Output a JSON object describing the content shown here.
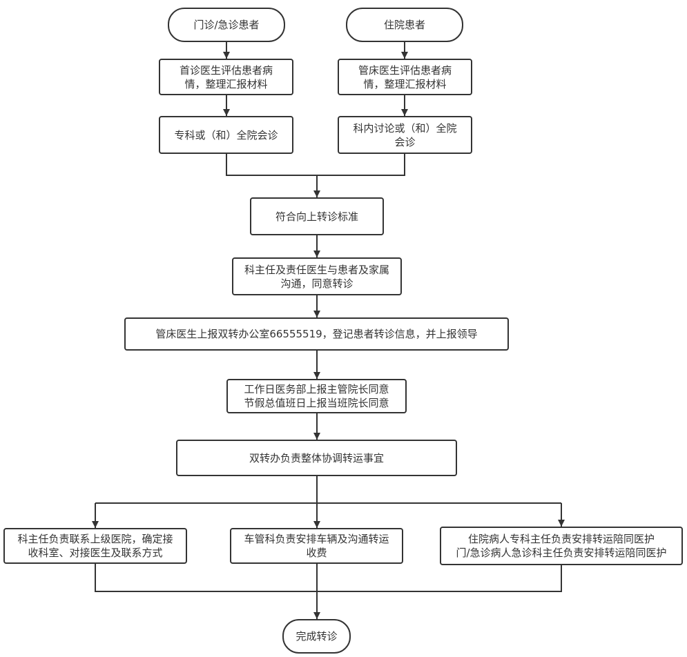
{
  "flowchart": {
    "start_outpatient": {
      "lines": [
        "门诊/急诊患者"
      ]
    },
    "start_inpatient": {
      "lines": [
        "住院患者"
      ]
    },
    "first_visit_eval": {
      "lines": [
        "首诊医生评估患者病",
        "情，整理汇报材料"
      ]
    },
    "bed_doctor_eval": {
      "lines": [
        "管床医生评估患者病",
        "情，整理汇报材料"
      ]
    },
    "specialist_consult": {
      "lines": [
        "专科或（和）全院会诊"
      ]
    },
    "dept_discussion": {
      "lines": [
        "科内讨论或（和）全院",
        "会诊"
      ]
    },
    "meets_criteria": {
      "lines": [
        "符合向上转诊标准"
      ]
    },
    "communicate": {
      "lines": [
        "科主任及责任医生与患者及家属",
        "沟通，同意转诊"
      ]
    },
    "report_office": {
      "lines": [
        "管床医生上报双转办公室66555519，登记患者转诊信息，并上报领导"
      ]
    },
    "approval": {
      "lines": [
        "工作日医务部上报主管院长同意",
        "节假总值班日上报当班院长同意"
      ]
    },
    "coordinate": {
      "lines": [
        "双转办负责整体协调转运事宜"
      ]
    },
    "contact_hospital": {
      "lines": [
        "科主任负责联系上级医院，确定接",
        "收科室、对接医生及联系方式"
      ]
    },
    "vehicle": {
      "lines": [
        "车管科负责安排车辆及沟通转运",
        "收费"
      ]
    },
    "escort": {
      "lines": [
        "住院病人专科主任负责安排转运陪同医护",
        "门/急诊病人急诊科主任负责安排转运陪同医护"
      ]
    },
    "complete": {
      "lines": [
        "完成转诊"
      ]
    }
  },
  "colors": {
    "line": "#333333",
    "border": "#333333",
    "text": "#333333",
    "background": "#ffffff"
  }
}
